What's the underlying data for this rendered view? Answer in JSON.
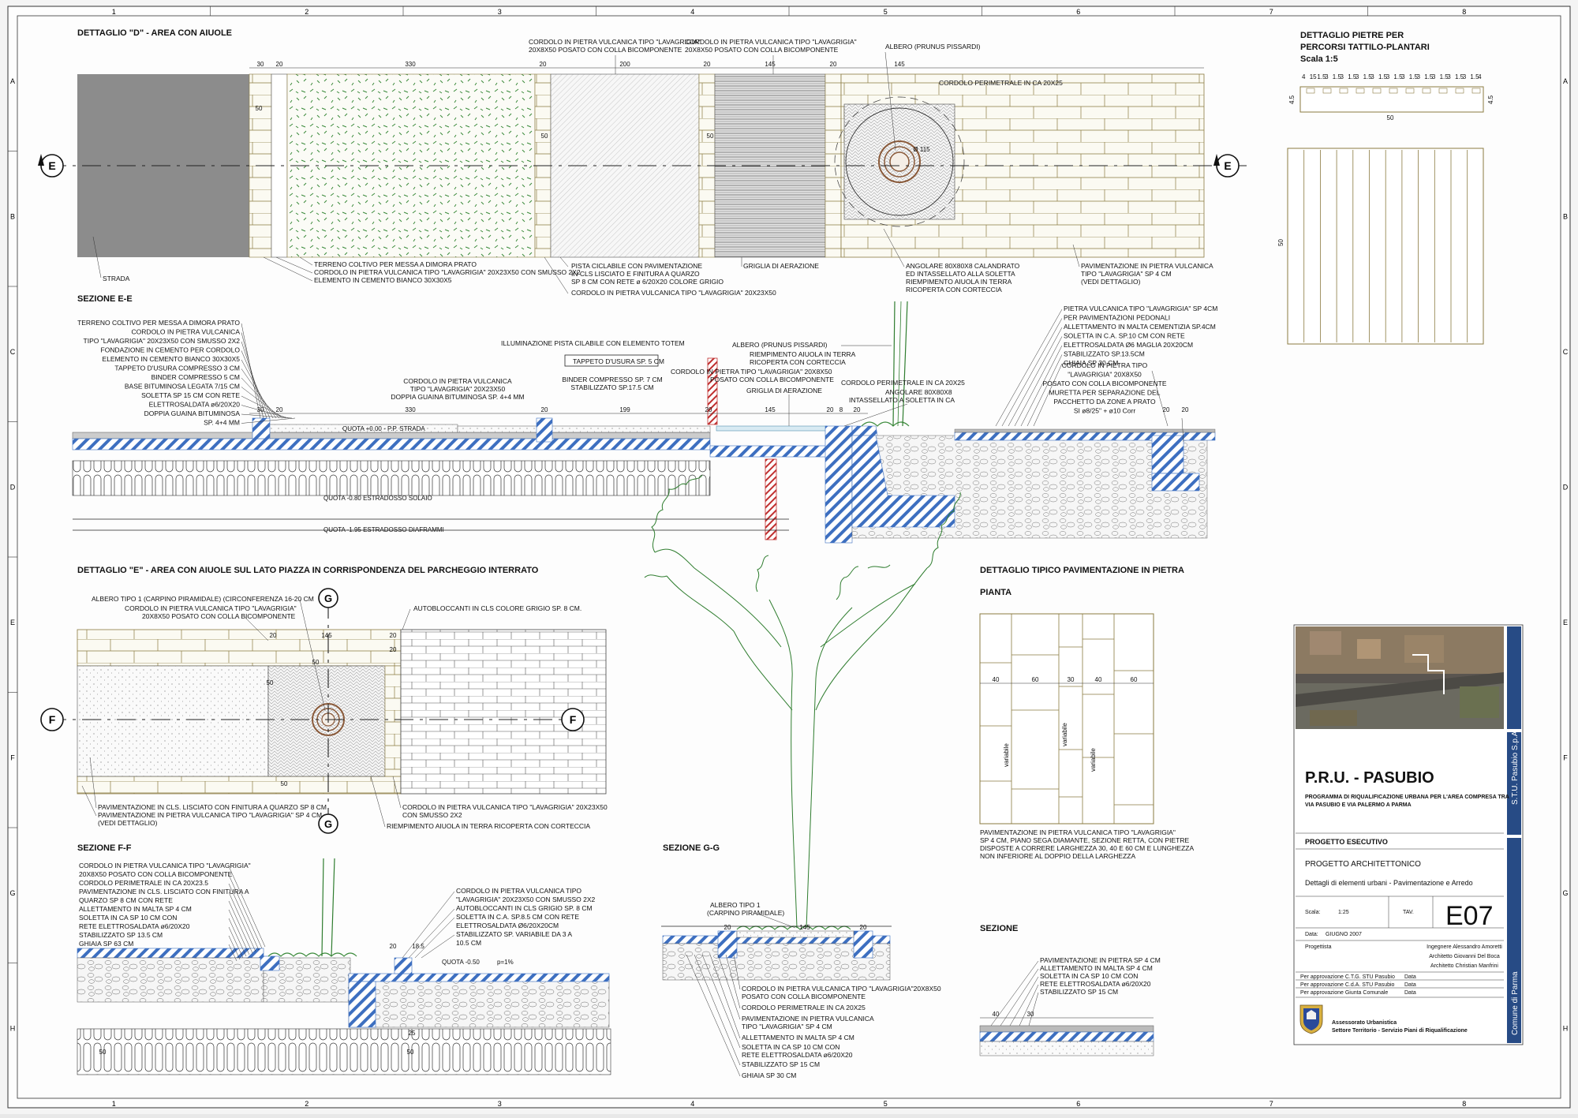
{
  "grid": {
    "cols": [
      "1",
      "2",
      "3",
      "4",
      "5",
      "6",
      "7",
      "8"
    ],
    "rows": [
      "A",
      "B",
      "C",
      "D",
      "E",
      "F",
      "G",
      "H"
    ]
  },
  "detD": {
    "title": "DETTAGLIO \"D\" - AREA CON AIUOLE",
    "dims": [
      "30",
      "20",
      "330",
      "20",
      "200",
      "20",
      "145",
      "20",
      "145",
      "50",
      "50",
      "50",
      "Ø 115"
    ],
    "top_labels": [
      "CORDOLO IN PIETRA VULCANICA TIPO \"LAVAGRIGIA\"",
      "20X8X50 POSATO CON COLLA BICOMPONENTE",
      "CORDOLO IN PIETRA VULCANICA TIPO \"LAVAGRIGIA\"",
      "20X8X50 POSATO CON COLLA BICOMPONENTE",
      "ALBERO (PRUNUS PISSARDI)",
      "CORDOLO PERIMETRALE IN CA 20X25"
    ],
    "bottom_labels": [
      "STRADA",
      "TERRENO COLTIVO PER MESSA A DIMORA PRATO",
      "CORDOLO IN PIETRA VULCANICA TIPO \"LAVAGRIGIA\" 20X23X50 CON SMUSSO 2X2",
      "ELEMENTO IN CEMENTO BIANCO 30X30X5",
      "PISTA CICLABILE CON PAVIMENTAZIONE",
      "IN CLS  LISCIATO E FINITURA A QUARZO",
      "SP 8 CM CON RETE ø 6/20X20 COLORE GRIGIO",
      "CORDOLO IN PIETRA VULCANICA TIPO \"LAVAGRIGIA\" 20X23X50",
      "GRIGLIA DI AERAZIONE",
      "ANGOLARE 80X80X8 CALANDRATO",
      "ED INTASSELLATO ALLA SOLETTA",
      "RIEMPIMENTO AIUOLA IN TERRA",
      "RICOPERTA CON CORTECCIA",
      "PAVIMENTAZIONE IN PIETRA VULCANICA",
      "TIPO \"LAVAGRIGIA\" SP 4 CM",
      "(VEDI DETTAGLIO)"
    ],
    "marker": "E"
  },
  "secEE": {
    "title": "SEZIONE E-E",
    "left_labels": [
      "TERRENO COLTIVO PER MESSA A DIMORA PRATO",
      "CORDOLO IN PIETRA VULCANICA",
      "TIPO \"LAVAGRIGIA\" 20X23X50 CON SMUSSO 2X2",
      "FONDAZIONE IN CEMENTO PER CORDOLO",
      "ELEMENTO IN CEMENTO BIANCO 30X30X5",
      "TAPPETO D'USURA COMPRESSO 3 CM",
      "BINDER COMPRESSO 5 CM",
      "BASE BITUMINOSA LEGATA 7/15 CM",
      "SOLETTA SP 15 CM CON RETE",
      "ELETTROSALDATA ø6/20X20",
      "DOPPIA GUAINA BITUMINOSA",
      "SP. 4+4 MM"
    ],
    "mid_labels": [
      "CORDOLO IN PIETRA VULCANICA",
      "TIPO \"LAVAGRIGIA\" 20X23X50",
      "DOPPIA GUAINA BITUMINOSA SP. 4+4 MM",
      "ILLUMINAZIONE PISTA CILABILE CON ELEMENTO TOTEM",
      "TAPPETO D'USURA SP. 5 CM",
      "BINDER COMPRESSO SP. 7 CM",
      "STABILIZZATO SP.17.5 CM",
      "CORDOLO IN PIETRA TIPO \"LAVAGRIGIA\" 20X8X50",
      "POSATO CON COLLA BICOMPONENTE",
      "ALBERO (PRUNUS PISSARDI)",
      "RIEMPIMENTO AIUOLA IN TERRA",
      "RICOPERTA CON CORTECCIA",
      "GRIGLIA DI AERAZIONE",
      "CORDOLO PERIMETRALE IN CA 20X25",
      "ANGOLARE 80X80X8",
      "INTASSELLATO A SOLETTA IN CA"
    ],
    "right_labels": [
      "PIETRA VULCANICA TIPO \"LAVAGRIGIA\" SP 4CM",
      "PER PAVIMENTAZIONI PEDONALI",
      "ALLETTAMENTO IN MALTA CEMENTIZIA SP.4CM",
      "SOLETTA IN C.A. SP.10 CM CON  RETE",
      "ELETTROSALDATA Ø6 MAGLIA 20X20CM",
      "STABILIZZATO SP.13.5CM",
      "GHIAIA SP 30 CM",
      "CORDOLO IN PIETRA TIPO",
      "\"LAVAGRIGIA\" 20X8X50",
      "POSATO CON COLLA BICOMPONENTE",
      "MURETTA PER SEPARAZIONE DEL",
      "PACCHETTO DA ZONE A PRATO",
      "SI ø8/25\" + ø10 Corr"
    ],
    "dims": [
      "30",
      "20",
      "330",
      "20",
      "199",
      "20",
      "145",
      "20",
      "8",
      "20",
      "20",
      "20"
    ],
    "quotes": [
      "QUOTA +0.00 - P.P. STRADA",
      "QUOTA -0.80 ESTRADOSSO SOLAIO",
      "QUOTA -1.95 ESTRADOSSO DIAFRAMMI"
    ]
  },
  "detE": {
    "title": "DETTAGLIO \"E\" - AREA CON AIUOLE SUL LATO PIAZZA IN CORRISPONDENZA DEL PARCHEGGIO INTERRATO",
    "labels": [
      "ALBERO TIPO 1 (CARPINO PIRAMIDALE) (CIRCONFERENZA 16-20 CM",
      "CORDOLO IN PIETRA VULCANICA TIPO \"LAVAGRIGIA\"",
      "20X8X50 POSATO CON COLLA BICOMPONENTE",
      "AUTOBLOCCANTI IN CLS COLORE GRIGIO SP. 8 CM.",
      "PAVIMENTAZIONE IN CLS. LISCIATO CON FINITURA A QUARZO SP 8 CM",
      "PAVIMENTAZIONE IN PIETRA VULCANICA TIPO \"LAVAGRIGIA\" SP 4 CM",
      "(VEDI DETTAGLIO)",
      "CORDOLO IN PIETRA VULCANICA TIPO \"LAVAGRIGIA\" 20X23X50",
      "CON SMUSSO 2X2",
      "RIEMPIMENTO AIUOLA IN TERRA RICOPERTA CON CORTECCIA"
    ],
    "dims": [
      "20",
      "145",
      "20",
      "50",
      "50",
      "50",
      "20"
    ],
    "markers": [
      "G",
      "F"
    ]
  },
  "secFF": {
    "title": "SEZIONE F-F",
    "labels": [
      "CORDOLO IN PIETRA VULCANICA TIPO \"LAVAGRIGIA\"",
      "20X8X50 POSATO CON COLLA BICOMPONENTE",
      "CORDOLO PERIMETRALE IN CA 20X23.5",
      "PAVIMENTAZIONE IN CLS. LISCIATO CON FINITURA A",
      "QUARZO SP 8 CM CON RETE",
      "ALLETTAMENTO IN MALTA SP 4 CM",
      "SOLETTA IN CA SP 10 CM CON",
      "RETE ELETTROSALDATA ø6/20X20",
      "STABILIZZATO SP 13.5 CM",
      "GHIAIA SP 63 CM",
      "CORDOLO IN PIETRA VULCANICA TIPO",
      "\"LAVAGRIGIA\" 20X23X50 CON SMUSSO 2X2",
      "AUTOBLOCCANTI IN CLS GRIGIO SP. 8 CM",
      "SOLETTA IN C.A. SP.8.5 CM CON  RETE",
      "ELETTROSALDATA Ø6/20X20CM",
      "STABILIZZATO SP. VARIABILE DA 3 A",
      "10.5 CM"
    ],
    "dims": [
      "25",
      "50",
      "50",
      "20",
      "18.5"
    ],
    "slope": "p=1%",
    "quote": "QUOTA -0.50"
  },
  "secGG": {
    "title": "SEZIONE G-G",
    "labels": [
      "ALBERO TIPO 1",
      "(CARPINO PIRAMIDALE)",
      "CORDOLO IN PIETRA VULCANICA TIPO \"LAVAGRIGIA\"20X8X50",
      "POSATO CON COLLA BICOMPONENTE",
      "CORDOLO PERIMETRALE IN CA 20X25",
      "PAVIMENTAZIONE IN PIETRA VULCANICA",
      "TIPO \"LAVAGRIGIA\" SP 4 CM",
      "ALLETTAMENTO IN MALTA SP 4 CM",
      "SOLETTA IN CA SP 10 CM CON",
      "RETE ELETTROSALDATA ø6/20X20",
      "STABILIZZATO SP 15 CM",
      "GHIAIA SP 30 CM"
    ],
    "dims": [
      "20",
      "145",
      "20"
    ]
  },
  "detTyp": {
    "title": "DETTAGLIO TIPICO PAVIMENTAZIONE IN PIETRA",
    "subtitle": "PIANTA",
    "dims": [
      "40",
      "60",
      "30",
      "40",
      "60"
    ],
    "variable": "variabile",
    "note": [
      "PAVIMENTAZIONE IN PIETRA VULCANICA TIPO \"LAVAGRIGIA\"",
      "SP 4 CM, PIANO SEGA DIAMANTE, SEZIONE RETTA, CON PIETRE",
      "DISPOSTE A CORRERE LARGHEZZA 30, 40 E 60 CM E LUNGHEZZA",
      "NON INFERIORE AL DOPPIO DELLA LARGHEZZA"
    ],
    "sez": "SEZIONE",
    "sez_labels": [
      "PAVIMENTAZIONE IN PIETRA SP 4 CM",
      "ALLETTAMENTO IN MALTA SP 4 CM",
      "SOLETTA IN CA SP 10 CM CON",
      "RETE ELETTROSALDATA ø6/20X20",
      "STABILIZZATO SP 15 CM"
    ],
    "sez_dims": [
      "40",
      "30"
    ]
  },
  "detTattile": {
    "title1": "DETTAGLIO PIETRE PER",
    "title2": "PERCORSI TATTILO-PLANTARI",
    "scale": "Scala 1:5",
    "ticks": [
      "4",
      "15",
      "1.5",
      "3",
      "1.5",
      "3",
      "1.5",
      "3",
      "1.5",
      "3",
      "1.5",
      "3",
      "1.5",
      "3",
      "1.5",
      "3",
      "1.5",
      "3",
      "1.5",
      "3",
      "1.5",
      "3",
      "1.5",
      "4"
    ],
    "dims": [
      "4.5",
      "4.5",
      "50",
      "50"
    ]
  },
  "titleblock": {
    "title": "P.R.U. - PASUBIO",
    "desc1": "PROGRAMMA DI RIQUALIFICAZIONE URBANA PER L'AREA COMPRESA TRA",
    "desc2": "VIA PASUBIO E VIA PALERMO A PARMA",
    "phase": "PROGETTO ESECUTIVO",
    "arch": "PROGETTO ARCHITETTONICO",
    "subject": "Dettagli di elementi urbani - Pavimentazione e Arredo",
    "scale_lbl": "Scala:",
    "scale_val": "1:25",
    "tav_lbl": "TAV.",
    "code": "E07",
    "date_lbl": "Data:",
    "date_val": "GIUGNO  2007",
    "prog_lbl": "Progettista",
    "designers": [
      "Ingegnere Alessandro Amoretti",
      "Architetto Giovanni Del Boca",
      "Architetto Christian Manfrini"
    ],
    "approvals": [
      "Per approvazione C.T.G. STU Pasubio",
      "Per approvazione C.d.A. STU Pasubio",
      "Per approvazione Giunta Comunale"
    ],
    "data_lbl": "Data",
    "office1": "Assessorato Urbanistica",
    "office2": "Settore Territorio - Servizio Piani di Riqualificazione",
    "side1": "S.T.U. Pasubio S.p.A.",
    "side2": "Comune di Parma"
  },
  "colors": {
    "hatch_blue": "#3d6fc0",
    "grass": "#3a8a3a",
    "tree": "#2f7d2f",
    "ring": "#8a5a3a",
    "sidebar": "#274b85",
    "totem": "#c03030"
  }
}
